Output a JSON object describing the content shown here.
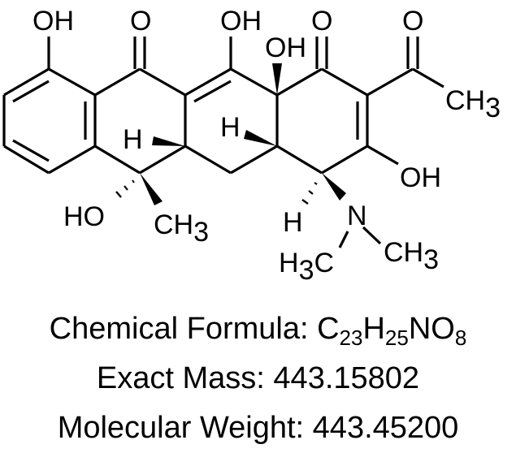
{
  "molecule": {
    "atom_labels": {
      "oh_ring_a": "OH",
      "o_c11": "O",
      "oh_c12": "OH",
      "oh_c12a": "OH",
      "o_c1": "O",
      "o_acetyl": "O",
      "ch3_acetyl": "CH",
      "ch3_acetyl_sub": "3",
      "oh_c3": "OH",
      "h_c5a": "H",
      "h_c4a": "H",
      "ho_c6": "HO",
      "ch3_c6": "CH",
      "ch3_c6_sub": "3",
      "h_c4": "H",
      "n_dimethylamino": "N",
      "nme_left": "H",
      "nme_left_sub": "3",
      "nme_left_c": "C",
      "nme_right": "CH",
      "nme_right_sub": "3"
    }
  },
  "info": {
    "formula_label": "Chemical Formula: ",
    "formula_parts": [
      {
        "t": "C"
      },
      {
        "s": "23"
      },
      {
        "t": "H"
      },
      {
        "s": "25"
      },
      {
        "t": "NO"
      },
      {
        "s": "8"
      }
    ],
    "exact_mass_label": "Exact Mass: ",
    "exact_mass": "443.15802",
    "molecular_weight_label": "Molecular Weight: ",
    "molecular_weight": "443.45200"
  }
}
